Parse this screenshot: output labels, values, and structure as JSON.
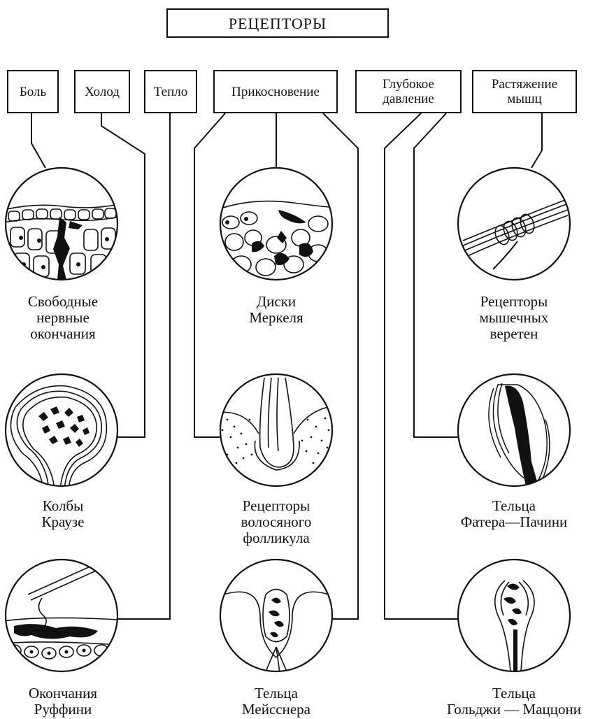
{
  "title": "РЕЦЕПТОРЫ",
  "categories": {
    "pain": "Боль",
    "cold": "Холод",
    "warmth": "Тепло",
    "touch": "Прикосновение",
    "deep_pressure": "Глубокое\nдавление",
    "muscle_stretch": "Растяжение\nмышц"
  },
  "receptors": {
    "free_endings": "Свободные\nнервные\nокончания",
    "merkel": "Диски\nМеркеля",
    "spindle": "Рецепторы\nмышечных\nверетен",
    "krause": "Колбы\nКраузе",
    "follicle": "Рецепторы\nволосяного\nфолликула",
    "pacini": "Тельца\nФатера—Пачини",
    "ruffini": "Окончания\nРуффини",
    "meissner": "Тельца\nМейсснера",
    "golgi": "Тельца\nГольджи — Маццони"
  }
}
